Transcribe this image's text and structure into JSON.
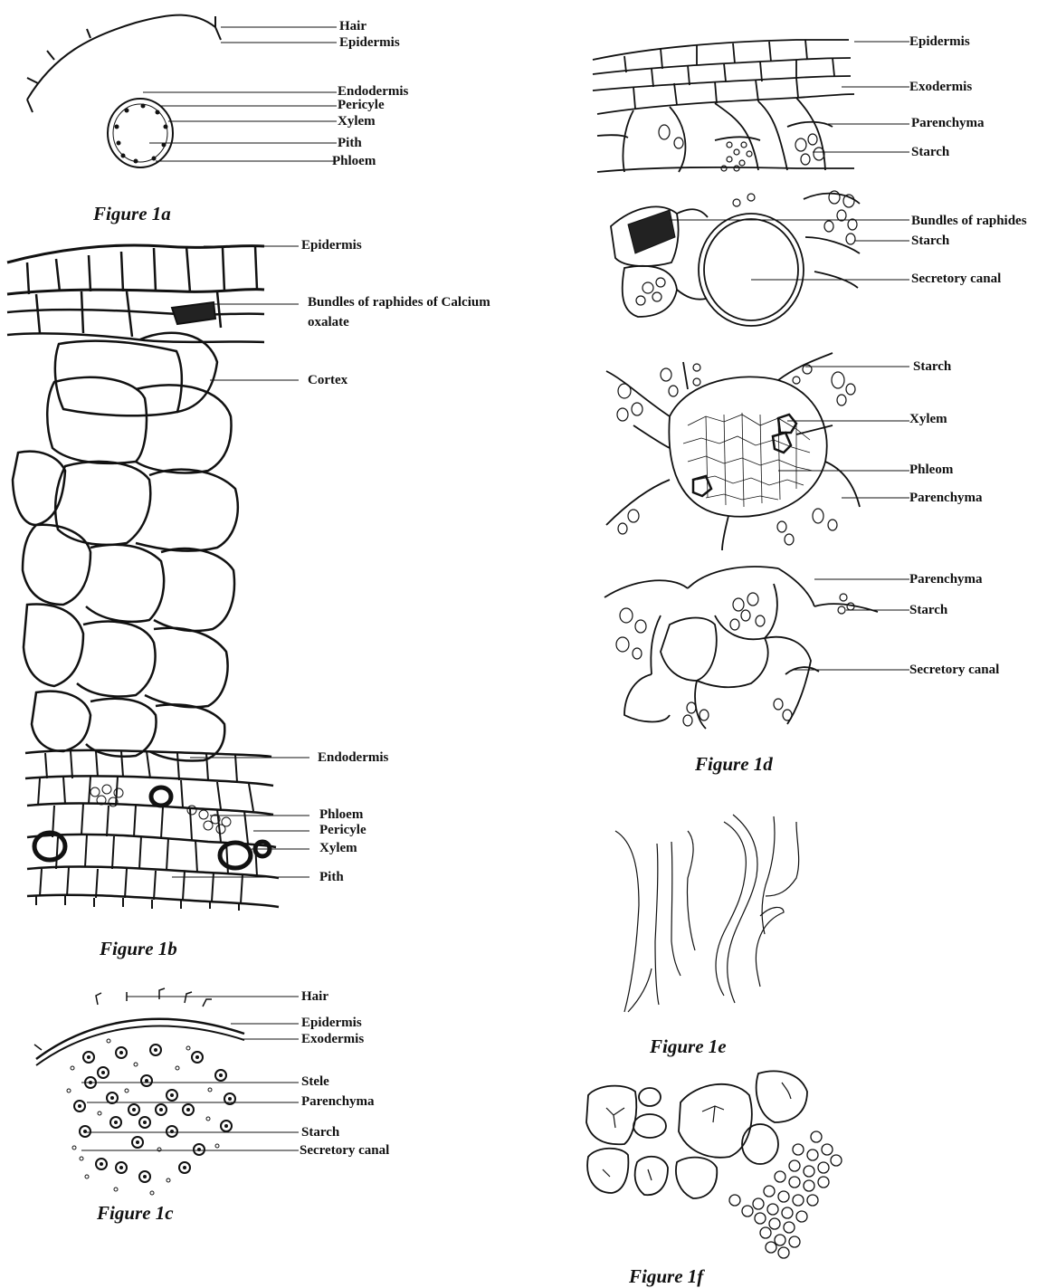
{
  "figures": {
    "fig1a": {
      "caption": "Figure 1a",
      "labels": [
        "Hair",
        "Epidermis",
        "Endodermis",
        "Pericyle",
        "Xylem",
        "Pith",
        "Phloem"
      ]
    },
    "fig1b": {
      "caption": "Figure 1b",
      "labels": [
        "Epidermis",
        "Bundles of raphides  of Calcium",
        "oxalate",
        "Cortex",
        "Endodermis",
        "Phloem",
        "Pericyle",
        "Xylem",
        "Pith"
      ]
    },
    "fig1c": {
      "caption": "Figure 1c",
      "labels": [
        "Hair",
        "Epidermis",
        "Exodermis",
        "Stele",
        "Parenchyma",
        "Starch",
        "Secretory canal"
      ]
    },
    "fig1d": {
      "caption": "Figure 1d",
      "labels": [
        "Epidermis",
        "Exodermis",
        "Parenchyma",
        "Starch",
        "Bundles of raphides",
        "Starch",
        "Secretory canal",
        "Starch",
        "Xylem",
        "Phleom",
        "Parenchyma",
        "Parenchyma",
        "Starch",
        "Secretory canal"
      ]
    },
    "fig1e": {
      "caption": "Figure 1e"
    },
    "fig1f": {
      "caption": "Figure 1f"
    }
  }
}
